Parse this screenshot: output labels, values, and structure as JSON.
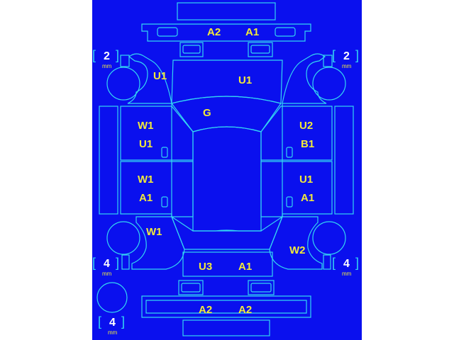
{
  "colors": {
    "background": "#0a10ee",
    "outline": "#33d6f2",
    "code_text": "#f2ea3a",
    "tread_text": "#ffffff"
  },
  "labels": {
    "front_bumper_left": "A2",
    "front_bumper_right": "A1",
    "front_left_fender": "U1",
    "hood": "U1",
    "windshield": "G",
    "left_front_door_1": "W1",
    "left_front_door_2": "U1",
    "right_front_door_1": "U2",
    "right_front_door_2": "B1",
    "left_rear_door_1": "W1",
    "left_rear_door_2": "A1",
    "right_rear_door_1": "U1",
    "right_rear_door_2": "A1",
    "left_rear_quarter": "W1",
    "right_rear_quarter": "W2",
    "trunk_left": "U3",
    "trunk_right": "A1",
    "rear_bumper_left": "A2",
    "rear_bumper_right": "A2"
  },
  "tyres": {
    "front_left": {
      "value": "2",
      "unit": "mm"
    },
    "front_right": {
      "value": "2",
      "unit": "mm"
    },
    "rear_left": {
      "value": "4",
      "unit": "mm"
    },
    "rear_right": {
      "value": "4",
      "unit": "mm"
    },
    "spare": {
      "value": "4",
      "unit": "mm"
    }
  },
  "icons": [
    "car-outline-icon",
    "tyre-icon",
    "door-handle-icon"
  ]
}
